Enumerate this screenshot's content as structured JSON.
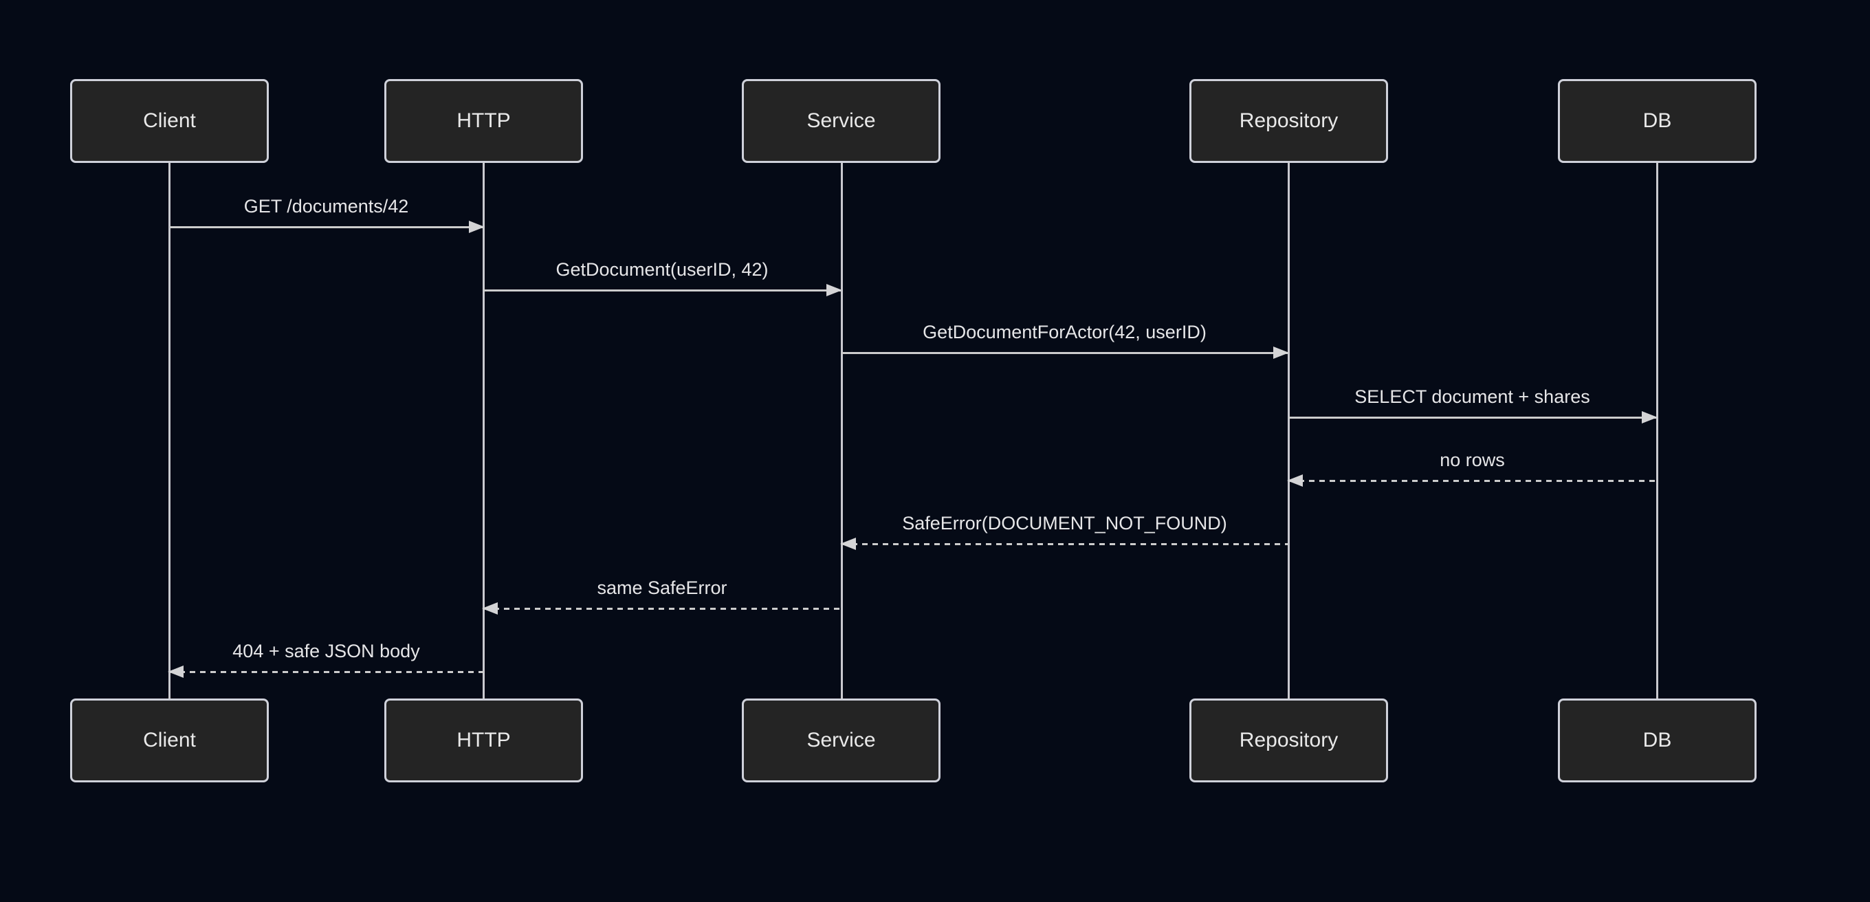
{
  "diagram": {
    "type": "sequence",
    "actors": [
      {
        "id": "client",
        "label": "Client"
      },
      {
        "id": "http",
        "label": "HTTP"
      },
      {
        "id": "service",
        "label": "Service"
      },
      {
        "id": "repository",
        "label": "Repository"
      },
      {
        "id": "db",
        "label": "DB"
      }
    ],
    "messages": [
      {
        "from": "Client",
        "to": "HTTP",
        "label": "GET /documents/42",
        "line": "solid",
        "direction": "right"
      },
      {
        "from": "HTTP",
        "to": "Service",
        "label": "GetDocument(userID, 42)",
        "line": "solid",
        "direction": "right"
      },
      {
        "from": "Service",
        "to": "Repository",
        "label": "GetDocumentForActor(42, userID)",
        "line": "solid",
        "direction": "right"
      },
      {
        "from": "Repository",
        "to": "DB",
        "label": "SELECT document + shares",
        "line": "solid",
        "direction": "right"
      },
      {
        "from": "DB",
        "to": "Repository",
        "label": "no rows",
        "line": "dashed",
        "direction": "left"
      },
      {
        "from": "Repository",
        "to": "Service",
        "label": "SafeError(DOCUMENT_NOT_FOUND)",
        "line": "dashed",
        "direction": "left"
      },
      {
        "from": "Service",
        "to": "HTTP",
        "label": "same SafeError",
        "line": "dashed",
        "direction": "left"
      },
      {
        "from": "HTTP",
        "to": "Client",
        "label": "404 + safe JSON body",
        "line": "dashed",
        "direction": "left"
      }
    ],
    "colors": {
      "background": "#050a16",
      "actor_fill": "#242424",
      "actor_border": "#cfd1da",
      "line": "#cccccc",
      "text": "#e6e6e8"
    }
  }
}
